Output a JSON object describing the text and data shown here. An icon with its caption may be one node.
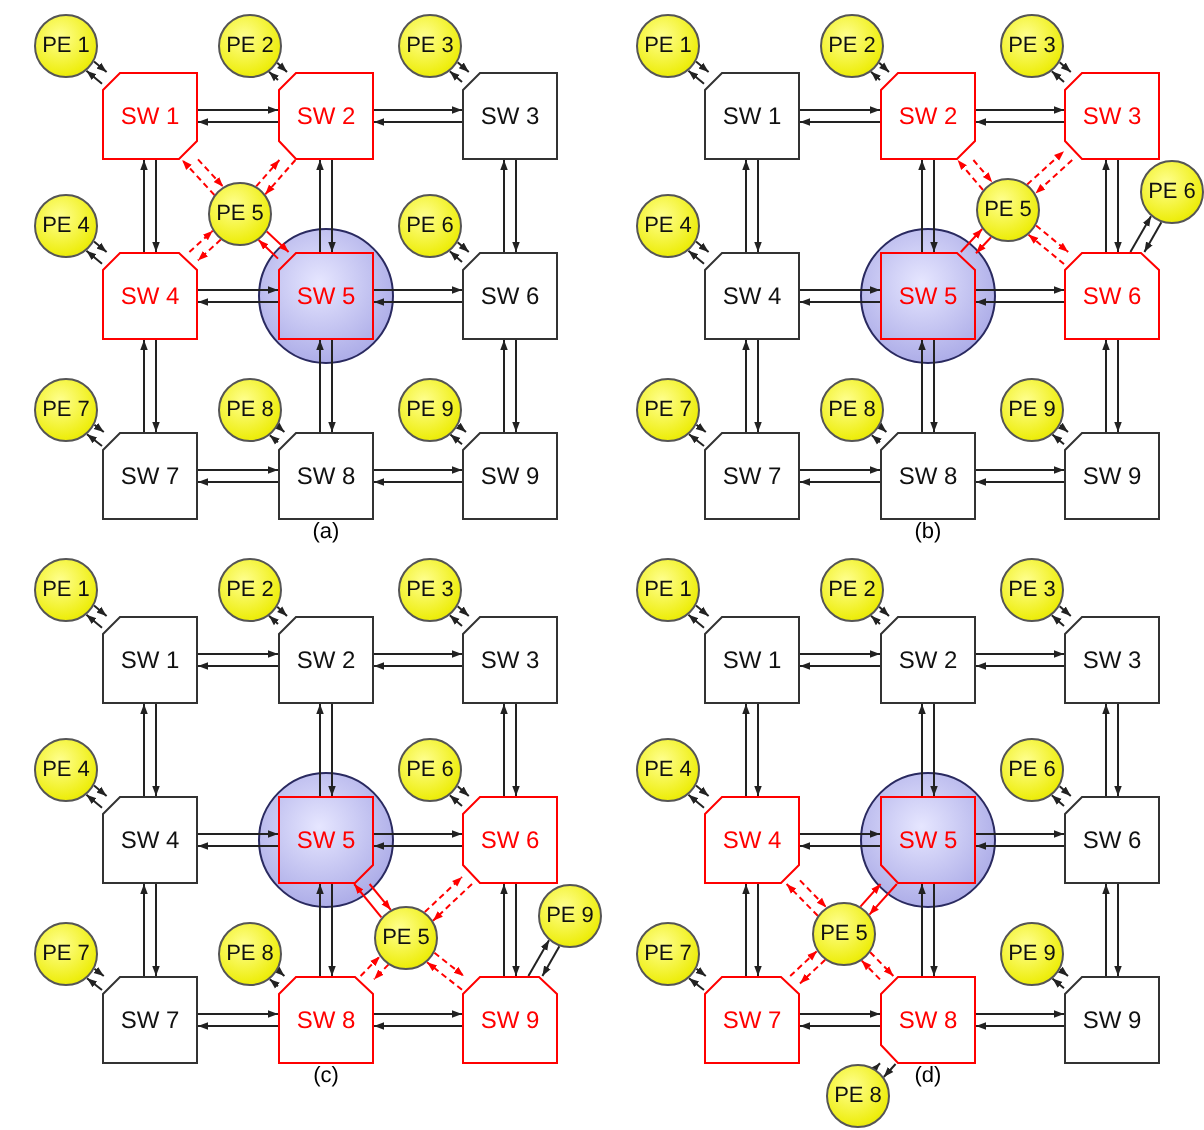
{
  "diagram": {
    "nodes": [
      {
        "text": [
          "PE 1"
        ]
      },
      {
        "text": [
          "PE 2"
        ]
      },
      {
        "text": [
          "PE 3"
        ]
      },
      {
        "text": [
          "SW 1"
        ]
      },
      {
        "text": [
          "SW 2"
        ]
      },
      {
        "text": [
          "SW 3"
        ]
      },
      {
        "text": [
          "PE 4"
        ]
      },
      {
        "text": [
          "PE 5"
        ]
      },
      {
        "text": [
          "PE 6"
        ]
      },
      {
        "text": [],
        "shape": "circle"
      },
      {
        "text": [
          "SW 4"
        ]
      },
      {
        "text": [
          "SW 5"
        ],
        "in": 9
      },
      {
        "text": [
          "SW 6"
        ]
      },
      {
        "text": [
          "PE 7"
        ]
      },
      {
        "text": [
          "PE 8"
        ]
      },
      {
        "text": [
          "PE 9"
        ]
      },
      {
        "text": [
          "SW 7"
        ]
      },
      {
        "text": [
          "SW 8"
        ]
      },
      {
        "text": [
          "SW 9"
        ]
      },
      {
        "text": [
          "PE 1"
        ]
      },
      {
        "text": [
          "PE 2"
        ]
      },
      {
        "text": [
          "PE 3"
        ]
      },
      {
        "text": [
          "SW 1"
        ]
      },
      {
        "text": [
          "SW 2"
        ]
      },
      {
        "text": [
          "SW 3"
        ]
      },
      {
        "text": [
          "PE 4"
        ]
      },
      {
        "text": [
          "PE 5"
        ]
      },
      {
        "text": [
          "PE 6"
        ]
      },
      {
        "text": [],
        "shape": "circle"
      },
      {
        "text": [
          "SW 4"
        ]
      },
      {
        "text": [
          "SW 5"
        ],
        "in": 28
      },
      {
        "text": [
          "SW 6"
        ]
      },
      {
        "text": [
          "PE 7"
        ]
      },
      {
        "text": [
          "PE 8"
        ]
      },
      {
        "text": [
          "PE 9"
        ]
      },
      {
        "text": [
          "SW 7"
        ]
      },
      {
        "text": [
          "SW 8"
        ]
      },
      {
        "text": [
          "SW 9"
        ]
      },
      {
        "text": [
          "PE 1"
        ]
      },
      {
        "text": [
          "PE 2"
        ]
      },
      {
        "text": [
          "PE 3"
        ]
      },
      {
        "text": [
          "SW 1"
        ]
      },
      {
        "text": [
          "SW 2"
        ]
      },
      {
        "text": [
          "SW 3"
        ]
      },
      {
        "text": [
          "PE 4"
        ]
      },
      {
        "text": [
          "PE 5"
        ]
      },
      {
        "text": [
          "PE 6"
        ]
      },
      {
        "text": [],
        "shape": "circle"
      },
      {
        "text": [
          "SW 4"
        ]
      },
      {
        "text": [
          "SW 5"
        ],
        "in": 47
      },
      {
        "text": [
          "SW 6"
        ]
      },
      {
        "text": [
          "PE 7"
        ]
      },
      {
        "text": [
          "PE 8"
        ]
      },
      {
        "text": [
          "PE 9"
        ]
      },
      {
        "text": [
          "SW 7"
        ]
      },
      {
        "text": [
          "SW 8"
        ]
      },
      {
        "text": [
          "SW 9"
        ]
      },
      {
        "text": [
          "PE 1"
        ]
      },
      {
        "text": [
          "PE 2"
        ]
      },
      {
        "text": [
          "PE 3"
        ]
      },
      {
        "text": [
          "SW 1"
        ]
      },
      {
        "text": [
          "SW 2"
        ]
      },
      {
        "text": [
          "SW 3"
        ]
      },
      {
        "text": [
          "PE 4"
        ]
      },
      {
        "text": [
          "PE 5"
        ]
      },
      {
        "text": [
          "PE 6"
        ]
      },
      {
        "text": [],
        "shape": "circle"
      },
      {
        "text": [
          "SW 4"
        ]
      },
      {
        "text": [
          "SW 5"
        ],
        "in": 66
      },
      {
        "text": [
          "SW 6"
        ]
      },
      {
        "text": [
          "PE 7"
        ]
      },
      {
        "text": [
          "PE 8"
        ]
      },
      {
        "text": [
          "PE 9"
        ]
      },
      {
        "text": [
          "SW 7"
        ]
      },
      {
        "text": [
          "SW 8"
        ]
      },
      {
        "text": [
          "SW 9"
        ]
      }
    ],
    "edges": [
      {
        "from": 0,
        "to": 3,
        "arrow": "to"
      },
      {
        "from": 3,
        "to": 0,
        "arrow": "to"
      },
      {
        "from": 1,
        "to": 4,
        "arrow": "to"
      },
      {
        "from": 4,
        "to": 1,
        "arrow": "to"
      },
      {
        "from": 2,
        "to": 5,
        "arrow": "to"
      },
      {
        "from": 5,
        "to": 2,
        "arrow": "to"
      },
      {
        "from": 6,
        "to": 10,
        "arrow": "to"
      },
      {
        "from": 10,
        "to": 6,
        "arrow": "to"
      },
      {
        "from": 8,
        "to": 12,
        "arrow": "to"
      },
      {
        "from": 12,
        "to": 8,
        "arrow": "to"
      },
      {
        "from": 13,
        "to": 16,
        "arrow": "to"
      },
      {
        "from": 16,
        "to": 13,
        "arrow": "to"
      },
      {
        "from": 14,
        "to": 17,
        "arrow": "to"
      },
      {
        "from": 17,
        "to": 14,
        "arrow": "to"
      },
      {
        "from": 15,
        "to": 18,
        "arrow": "to"
      },
      {
        "from": 18,
        "to": 15,
        "arrow": "to"
      },
      {
        "from": 3,
        "to": 4,
        "arrow": "to"
      },
      {
        "from": 4,
        "to": 3,
        "arrow": "to"
      },
      {
        "from": 4,
        "to": 5,
        "arrow": "to"
      },
      {
        "from": 5,
        "to": 4,
        "arrow": "to"
      },
      {
        "from": 10,
        "to": 11,
        "arrow": "to"
      },
      {
        "from": 11,
        "to": 10,
        "arrow": "to"
      },
      {
        "from": 11,
        "to": 12,
        "arrow": "to"
      },
      {
        "from": 12,
        "to": 11,
        "arrow": "to"
      },
      {
        "from": 16,
        "to": 17,
        "arrow": "to"
      },
      {
        "from": 17,
        "to": 16,
        "arrow": "to"
      },
      {
        "from": 17,
        "to": 18,
        "arrow": "to"
      },
      {
        "from": 18,
        "to": 17,
        "arrow": "to"
      },
      {
        "from": 10,
        "to": 3,
        "arrow": "to"
      },
      {
        "from": 3,
        "to": 10,
        "arrow": "to"
      },
      {
        "from": 16,
        "to": 10,
        "arrow": "to"
      },
      {
        "from": 10,
        "to": 16,
        "arrow": "to"
      },
      {
        "from": 11,
        "to": 4,
        "arrow": "to"
      },
      {
        "from": 4,
        "to": 11,
        "arrow": "to"
      },
      {
        "from": 17,
        "to": 11,
        "arrow": "to"
      },
      {
        "from": 11,
        "to": 17,
        "arrow": "to"
      },
      {
        "from": 12,
        "to": 5,
        "arrow": "to"
      },
      {
        "from": 5,
        "to": 12,
        "arrow": "to"
      },
      {
        "from": 18,
        "to": 12,
        "arrow": "to"
      },
      {
        "from": 12,
        "to": 18,
        "arrow": "to"
      },
      {
        "from": 7,
        "to": 3,
        "arrow": "to",
        "style": "dashed",
        "color": "#ff0000"
      },
      {
        "from": 3,
        "to": 7,
        "arrow": "to",
        "style": "dashed",
        "color": "#ff0000"
      },
      {
        "from": 7,
        "to": 4,
        "arrow": "to",
        "style": "dashed",
        "color": "#ff0000"
      },
      {
        "from": 4,
        "to": 7,
        "arrow": "to",
        "style": "dashed",
        "color": "#ff0000"
      },
      {
        "from": 7,
        "to": 10,
        "arrow": "to",
        "style": "dashed",
        "color": "#ff0000"
      },
      {
        "from": 10,
        "to": 7,
        "arrow": "to",
        "style": "dashed",
        "color": "#ff0000"
      },
      {
        "from": 7,
        "to": 11,
        "arrow": "to",
        "color": "#ff0000"
      },
      {
        "from": 11,
        "to": 7,
        "arrow": "to",
        "color": "#ff0000"
      },
      {
        "from": 19,
        "to": 22,
        "arrow": "to"
      },
      {
        "from": 22,
        "to": 19,
        "arrow": "to"
      },
      {
        "from": 20,
        "to": 23,
        "arrow": "to"
      },
      {
        "from": 23,
        "to": 20,
        "arrow": "to"
      },
      {
        "from": 21,
        "to": 24,
        "arrow": "to"
      },
      {
        "from": 24,
        "to": 21,
        "arrow": "to"
      },
      {
        "from": 25,
        "to": 29,
        "arrow": "to"
      },
      {
        "from": 29,
        "to": 25,
        "arrow": "to"
      },
      {
        "from": 27,
        "to": 31,
        "arrow": "to"
      },
      {
        "from": 31,
        "to": 27,
        "arrow": "to"
      },
      {
        "from": 32,
        "to": 35,
        "arrow": "to"
      },
      {
        "from": 35,
        "to": 32,
        "arrow": "to"
      },
      {
        "from": 33,
        "to": 36,
        "arrow": "to"
      },
      {
        "from": 36,
        "to": 33,
        "arrow": "to"
      },
      {
        "from": 34,
        "to": 37,
        "arrow": "to"
      },
      {
        "from": 37,
        "to": 34,
        "arrow": "to"
      },
      {
        "from": 22,
        "to": 23,
        "arrow": "to"
      },
      {
        "from": 23,
        "to": 22,
        "arrow": "to"
      },
      {
        "from": 23,
        "to": 24,
        "arrow": "to"
      },
      {
        "from": 24,
        "to": 23,
        "arrow": "to"
      },
      {
        "from": 29,
        "to": 30,
        "arrow": "to"
      },
      {
        "from": 30,
        "to": 29,
        "arrow": "to"
      },
      {
        "from": 30,
        "to": 31,
        "arrow": "to"
      },
      {
        "from": 31,
        "to": 30,
        "arrow": "to"
      },
      {
        "from": 35,
        "to": 36,
        "arrow": "to"
      },
      {
        "from": 36,
        "to": 35,
        "arrow": "to"
      },
      {
        "from": 36,
        "to": 37,
        "arrow": "to"
      },
      {
        "from": 37,
        "to": 36,
        "arrow": "to"
      },
      {
        "from": 29,
        "to": 22,
        "arrow": "to"
      },
      {
        "from": 22,
        "to": 29,
        "arrow": "to"
      },
      {
        "from": 35,
        "to": 29,
        "arrow": "to"
      },
      {
        "from": 29,
        "to": 35,
        "arrow": "to"
      },
      {
        "from": 30,
        "to": 23,
        "arrow": "to"
      },
      {
        "from": 23,
        "to": 30,
        "arrow": "to"
      },
      {
        "from": 36,
        "to": 30,
        "arrow": "to"
      },
      {
        "from": 30,
        "to": 36,
        "arrow": "to"
      },
      {
        "from": 31,
        "to": 24,
        "arrow": "to"
      },
      {
        "from": 24,
        "to": 31,
        "arrow": "to"
      },
      {
        "from": 37,
        "to": 31,
        "arrow": "to"
      },
      {
        "from": 31,
        "to": 37,
        "arrow": "to"
      },
      {
        "from": 26,
        "to": 23,
        "arrow": "to",
        "style": "dashed",
        "color": "#ff0000"
      },
      {
        "from": 23,
        "to": 26,
        "arrow": "to",
        "style": "dashed",
        "color": "#ff0000"
      },
      {
        "from": 26,
        "to": 24,
        "arrow": "to",
        "style": "dashed",
        "color": "#ff0000"
      },
      {
        "from": 24,
        "to": 26,
        "arrow": "to",
        "style": "dashed",
        "color": "#ff0000"
      },
      {
        "from": 26,
        "to": 31,
        "arrow": "to",
        "style": "dashed",
        "color": "#ff0000"
      },
      {
        "from": 31,
        "to": 26,
        "arrow": "to",
        "style": "dashed",
        "color": "#ff0000"
      },
      {
        "from": 26,
        "to": 30,
        "arrow": "to",
        "color": "#ff0000"
      },
      {
        "from": 30,
        "to": 26,
        "arrow": "to",
        "color": "#ff0000"
      },
      {
        "from": 38,
        "to": 41,
        "arrow": "to"
      },
      {
        "from": 41,
        "to": 38,
        "arrow": "to"
      },
      {
        "from": 39,
        "to": 42,
        "arrow": "to"
      },
      {
        "from": 42,
        "to": 39,
        "arrow": "to"
      },
      {
        "from": 40,
        "to": 43,
        "arrow": "to"
      },
      {
        "from": 43,
        "to": 40,
        "arrow": "to"
      },
      {
        "from": 44,
        "to": 48,
        "arrow": "to"
      },
      {
        "from": 48,
        "to": 44,
        "arrow": "to"
      },
      {
        "from": 46,
        "to": 50,
        "arrow": "to"
      },
      {
        "from": 50,
        "to": 46,
        "arrow": "to"
      },
      {
        "from": 51,
        "to": 54,
        "arrow": "to"
      },
      {
        "from": 54,
        "to": 51,
        "arrow": "to"
      },
      {
        "from": 52,
        "to": 55,
        "arrow": "to"
      },
      {
        "from": 55,
        "to": 52,
        "arrow": "to"
      },
      {
        "from": 53,
        "to": 56,
        "arrow": "to"
      },
      {
        "from": 56,
        "to": 53,
        "arrow": "to"
      },
      {
        "from": 41,
        "to": 42,
        "arrow": "to"
      },
      {
        "from": 42,
        "to": 41,
        "arrow": "to"
      },
      {
        "from": 42,
        "to": 43,
        "arrow": "to"
      },
      {
        "from": 43,
        "to": 42,
        "arrow": "to"
      },
      {
        "from": 48,
        "to": 49,
        "arrow": "to"
      },
      {
        "from": 49,
        "to": 48,
        "arrow": "to"
      },
      {
        "from": 49,
        "to": 50,
        "arrow": "to"
      },
      {
        "from": 50,
        "to": 49,
        "arrow": "to"
      },
      {
        "from": 54,
        "to": 55,
        "arrow": "to"
      },
      {
        "from": 55,
        "to": 54,
        "arrow": "to"
      },
      {
        "from": 55,
        "to": 56,
        "arrow": "to"
      },
      {
        "from": 56,
        "to": 55,
        "arrow": "to"
      },
      {
        "from": 48,
        "to": 41,
        "arrow": "to"
      },
      {
        "from": 41,
        "to": 48,
        "arrow": "to"
      },
      {
        "from": 54,
        "to": 48,
        "arrow": "to"
      },
      {
        "from": 48,
        "to": 54,
        "arrow": "to"
      },
      {
        "from": 49,
        "to": 42,
        "arrow": "to"
      },
      {
        "from": 42,
        "to": 49,
        "arrow": "to"
      },
      {
        "from": 55,
        "to": 49,
        "arrow": "to"
      },
      {
        "from": 49,
        "to": 55,
        "arrow": "to"
      },
      {
        "from": 50,
        "to": 43,
        "arrow": "to"
      },
      {
        "from": 43,
        "to": 50,
        "arrow": "to"
      },
      {
        "from": 56,
        "to": 50,
        "arrow": "to"
      },
      {
        "from": 50,
        "to": 56,
        "arrow": "to"
      },
      {
        "from": 45,
        "to": 50,
        "arrow": "to",
        "style": "dashed",
        "color": "#ff0000"
      },
      {
        "from": 50,
        "to": 45,
        "arrow": "to",
        "style": "dashed",
        "color": "#ff0000"
      },
      {
        "from": 45,
        "to": 55,
        "arrow": "to",
        "style": "dashed",
        "color": "#ff0000"
      },
      {
        "from": 55,
        "to": 45,
        "arrow": "to",
        "style": "dashed",
        "color": "#ff0000"
      },
      {
        "from": 45,
        "to": 56,
        "arrow": "to",
        "style": "dashed",
        "color": "#ff0000"
      },
      {
        "from": 56,
        "to": 45,
        "arrow": "to",
        "style": "dashed",
        "color": "#ff0000"
      },
      {
        "from": 45,
        "to": 49,
        "arrow": "to",
        "color": "#ff0000"
      },
      {
        "from": 49,
        "to": 45,
        "arrow": "to",
        "color": "#ff0000"
      },
      {
        "from": 57,
        "to": 60,
        "arrow": "to"
      },
      {
        "from": 60,
        "to": 57,
        "arrow": "to"
      },
      {
        "from": 58,
        "to": 61,
        "arrow": "to"
      },
      {
        "from": 61,
        "to": 58,
        "arrow": "to"
      },
      {
        "from": 59,
        "to": 62,
        "arrow": "to"
      },
      {
        "from": 62,
        "to": 59,
        "arrow": "to"
      },
      {
        "from": 63,
        "to": 67,
        "arrow": "to"
      },
      {
        "from": 67,
        "to": 63,
        "arrow": "to"
      },
      {
        "from": 65,
        "to": 69,
        "arrow": "to"
      },
      {
        "from": 69,
        "to": 65,
        "arrow": "to"
      },
      {
        "from": 70,
        "to": 73,
        "arrow": "to"
      },
      {
        "from": 73,
        "to": 70,
        "arrow": "to"
      },
      {
        "from": 71,
        "to": 74,
        "arrow": "to"
      },
      {
        "from": 74,
        "to": 71,
        "arrow": "to"
      },
      {
        "from": 72,
        "to": 75,
        "arrow": "to"
      },
      {
        "from": 75,
        "to": 72,
        "arrow": "to"
      },
      {
        "from": 60,
        "to": 61,
        "arrow": "to"
      },
      {
        "from": 61,
        "to": 60,
        "arrow": "to"
      },
      {
        "from": 61,
        "to": 62,
        "arrow": "to"
      },
      {
        "from": 62,
        "to": 61,
        "arrow": "to"
      },
      {
        "from": 67,
        "to": 68,
        "arrow": "to"
      },
      {
        "from": 68,
        "to": 67,
        "arrow": "to"
      },
      {
        "from": 68,
        "to": 69,
        "arrow": "to"
      },
      {
        "from": 69,
        "to": 68,
        "arrow": "to"
      },
      {
        "from": 73,
        "to": 74,
        "arrow": "to"
      },
      {
        "from": 74,
        "to": 73,
        "arrow": "to"
      },
      {
        "from": 74,
        "to": 75,
        "arrow": "to"
      },
      {
        "from": 75,
        "to": 74,
        "arrow": "to"
      },
      {
        "from": 67,
        "to": 60,
        "arrow": "to"
      },
      {
        "from": 60,
        "to": 67,
        "arrow": "to"
      },
      {
        "from": 73,
        "to": 67,
        "arrow": "to"
      },
      {
        "from": 67,
        "to": 73,
        "arrow": "to"
      },
      {
        "from": 68,
        "to": 61,
        "arrow": "to"
      },
      {
        "from": 61,
        "to": 68,
        "arrow": "to"
      },
      {
        "from": 74,
        "to": 68,
        "arrow": "to"
      },
      {
        "from": 68,
        "to": 74,
        "arrow": "to"
      },
      {
        "from": 69,
        "to": 62,
        "arrow": "to"
      },
      {
        "from": 62,
        "to": 69,
        "arrow": "to"
      },
      {
        "from": 75,
        "to": 69,
        "arrow": "to"
      },
      {
        "from": 69,
        "to": 75,
        "arrow": "to"
      },
      {
        "from": 64,
        "to": 67,
        "arrow": "to",
        "style": "dashed",
        "color": "#ff0000"
      },
      {
        "from": 67,
        "to": 64,
        "arrow": "to",
        "style": "dashed",
        "color": "#ff0000"
      },
      {
        "from": 64,
        "to": 73,
        "arrow": "to",
        "style": "dashed",
        "color": "#ff0000"
      },
      {
        "from": 73,
        "to": 64,
        "arrow": "to",
        "style": "dashed",
        "color": "#ff0000"
      },
      {
        "from": 64,
        "to": 74,
        "arrow": "to",
        "style": "dashed",
        "color": "#ff0000"
      },
      {
        "from": 74,
        "to": 64,
        "arrow": "to",
        "style": "dashed",
        "color": "#ff0000"
      },
      {
        "from": 64,
        "to": 68,
        "arrow": "to",
        "color": "#ff0000"
      },
      {
        "from": 68,
        "to": 64,
        "arrow": "to",
        "color": "#ff0000"
      }
    ],
    "labels": [
      "(a)",
      "(b)",
      "(c)",
      "(d)"
    ]
  }
}
